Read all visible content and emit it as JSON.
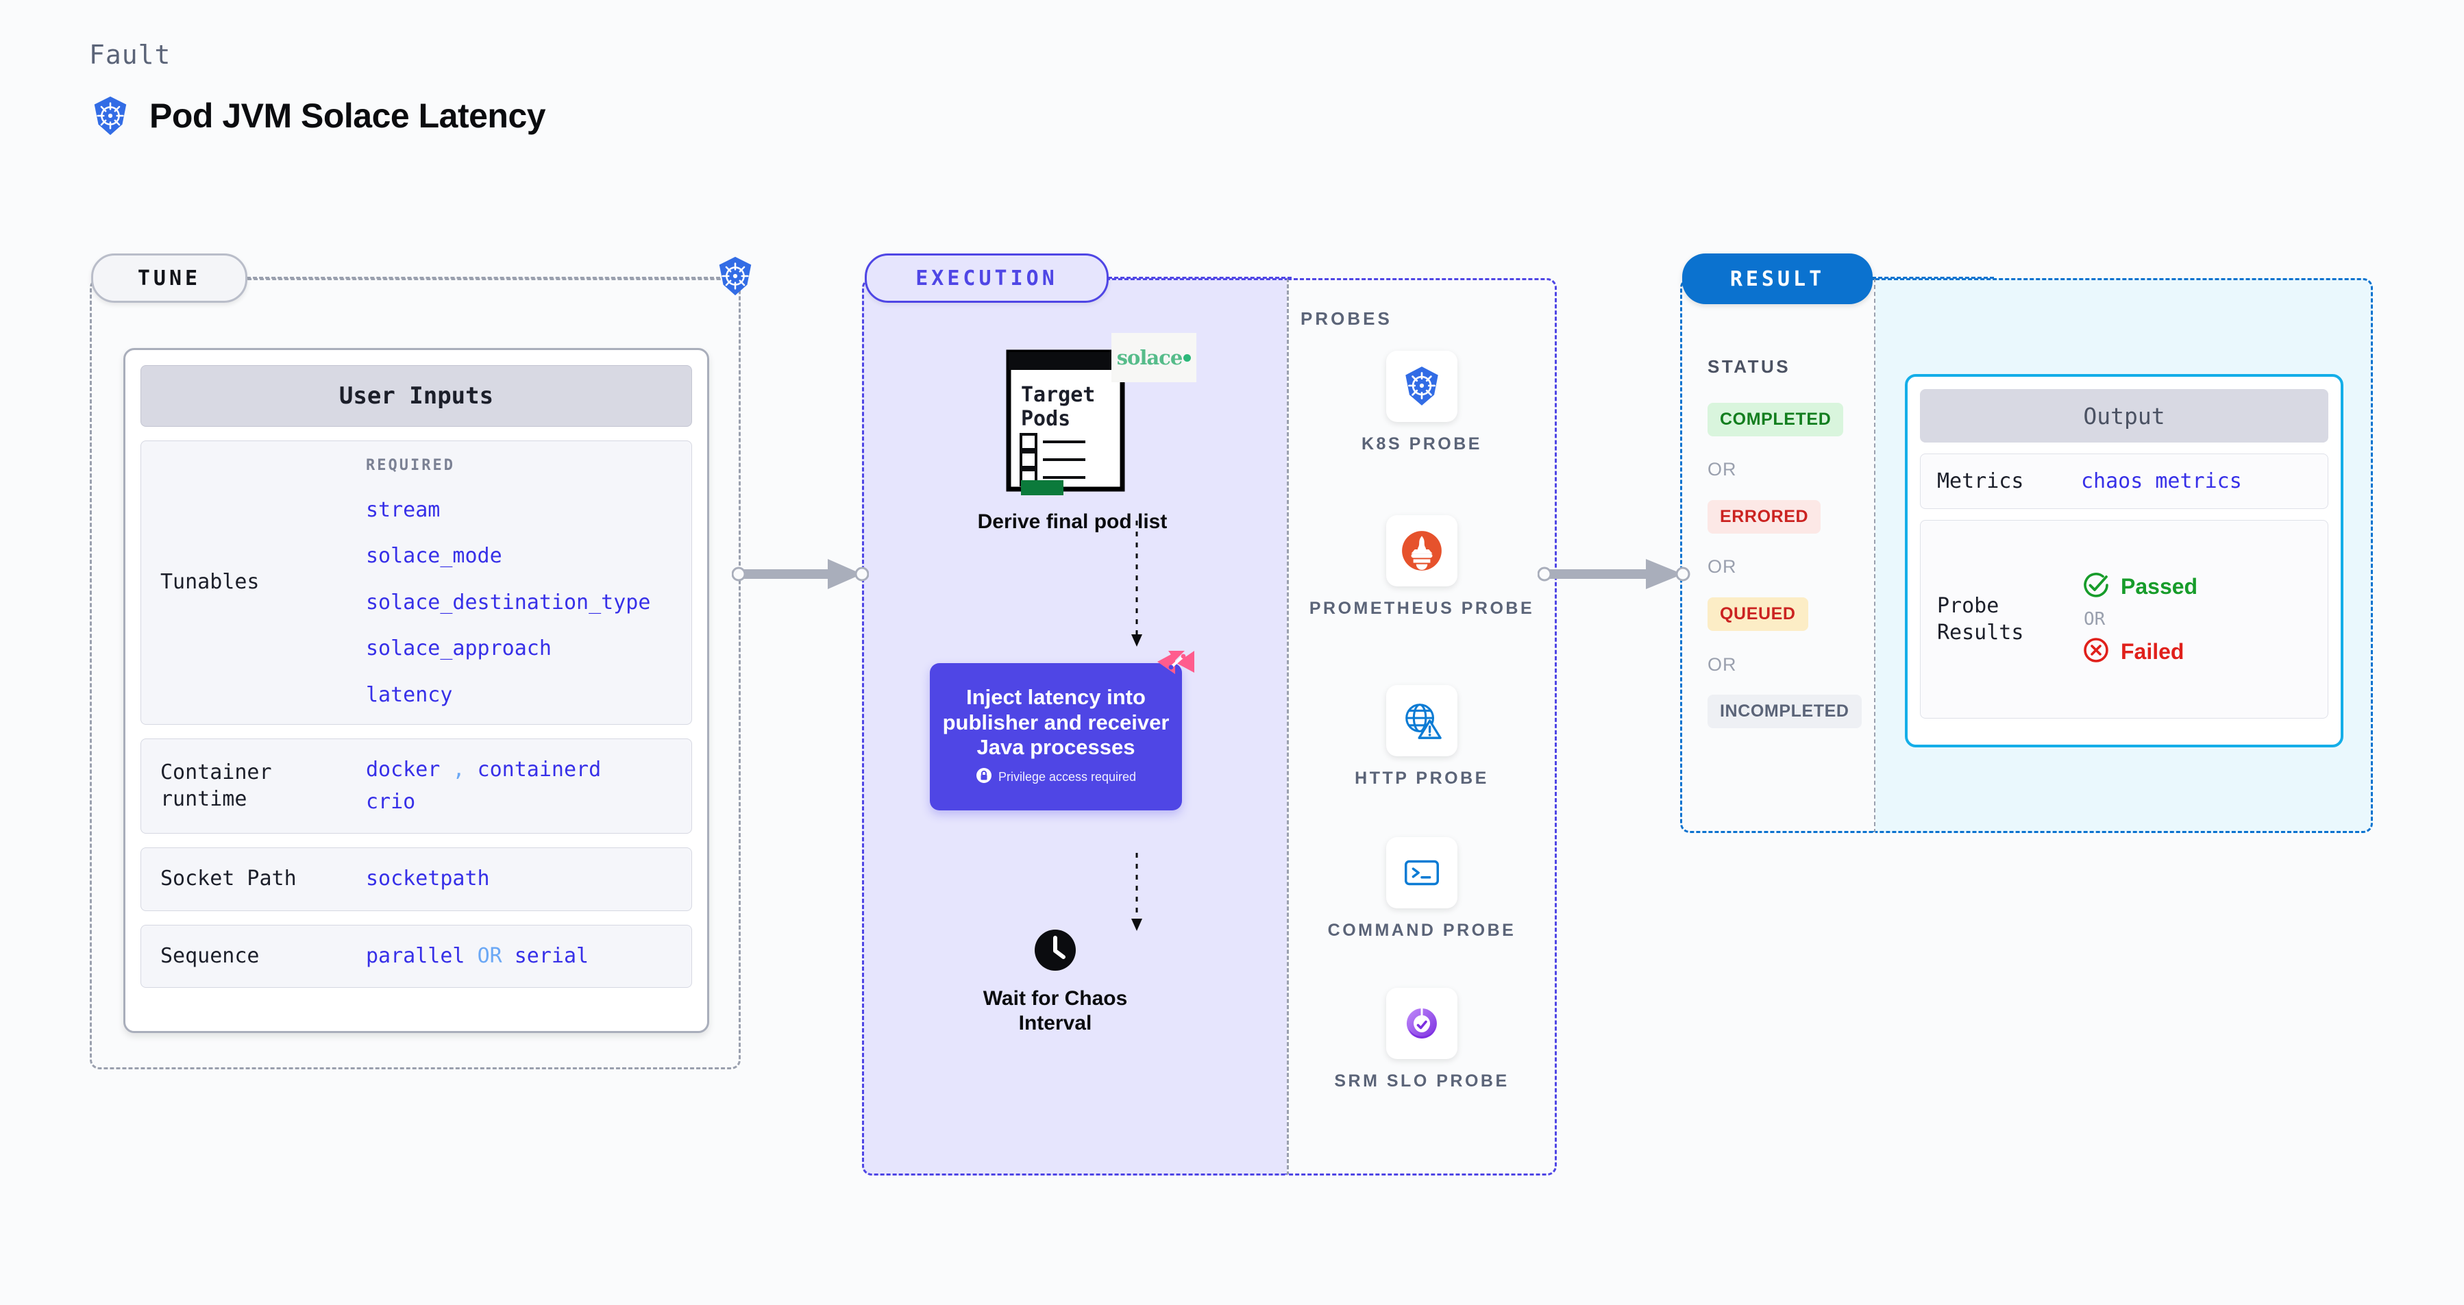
{
  "header": {
    "fault_label": "Fault",
    "title": "Pod JVM Solace Latency",
    "icon": "kubernetes-icon"
  },
  "stages": {
    "tune_label": "TUNE",
    "execution_label": "EXECUTION",
    "result_label": "RESULT"
  },
  "tune": {
    "card_title": "User Inputs",
    "required_tag": "REQUIRED",
    "rows": [
      {
        "label": "Tunables",
        "tunables": [
          "stream",
          "solace_mode",
          "solace_destination_type",
          "solace_approach",
          "latency"
        ]
      },
      {
        "label": "Container runtime",
        "values": [
          "docker",
          ",",
          "containerd",
          "crio"
        ]
      },
      {
        "label": "Socket Path",
        "values": [
          "socketpath"
        ]
      },
      {
        "label": "Sequence",
        "values": [
          "parallel",
          "OR",
          "serial"
        ]
      }
    ],
    "container_runtime_label": "Container runtime",
    "container_runtime_v1": "docker",
    "container_runtime_sep": ",",
    "container_runtime_v2": "containerd",
    "container_runtime_v3": "crio",
    "socket_path_label": "Socket Path",
    "socket_path_value": "socketpath",
    "sequence_label": "Sequence",
    "sequence_v1": "parallel",
    "sequence_or": "OR",
    "sequence_v2": "serial"
  },
  "execution": {
    "derive": {
      "doc_title_line1": "Target",
      "doc_title_line2": "Pods",
      "logo_text": "solace",
      "caption": "Derive final pod list"
    },
    "inject": {
      "title": "Inject latency into publisher and receiver Java processes",
      "privilege_note": "Privilege access required",
      "badge": "harness-chaos-badge"
    },
    "wait": {
      "caption": "Wait for Chaos Interval",
      "icon": "clock-icon"
    }
  },
  "probes": {
    "title": "PROBES",
    "items": [
      {
        "label": "K8S PROBE",
        "icon": "kubernetes-icon"
      },
      {
        "label": "PROMETHEUS PROBE",
        "icon": "prometheus-icon"
      },
      {
        "label": "HTTP PROBE",
        "icon": "http-globe-warning-icon"
      },
      {
        "label": "COMMAND PROBE",
        "icon": "terminal-icon"
      },
      {
        "label": "SRM SLO PROBE",
        "icon": "srm-slo-icon"
      }
    ]
  },
  "result": {
    "status_title": "STATUS",
    "or": "OR",
    "statuses": [
      {
        "label": "COMPLETED",
        "color": "#137e1f",
        "bg": "#d9f5dd"
      },
      {
        "label": "ERRORED",
        "color": "#cb2321",
        "bg": "#fce8e6"
      },
      {
        "label": "QUEUED",
        "color": "#cb2321",
        "bg": "#fcedc6"
      },
      {
        "label": "INCOMPLETED",
        "color": "#5b6478",
        "bg": "#eef0f4"
      }
    ]
  },
  "output": {
    "card_title": "Output",
    "metrics_label": "Metrics",
    "metrics_value": "chaos metrics",
    "probe_results_label": "Probe Results",
    "passed_label": "Passed",
    "failed_label": "Failed",
    "or": "OR"
  },
  "colors": {
    "accent_indigo": "#4f46e5",
    "accent_blue": "#0b72cf",
    "accent_cyan": "#14aee8",
    "kubernetes_blue": "#326ce5",
    "code_blue": "#3730e8"
  }
}
